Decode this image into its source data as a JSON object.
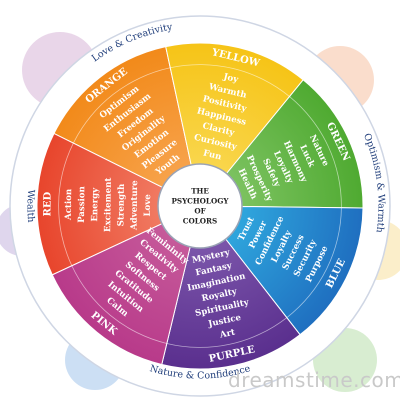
{
  "center": {
    "lines": [
      "THE",
      "PSYCHOLOGY",
      "OF",
      "COLORS"
    ]
  },
  "segments": [
    {
      "id": "red",
      "title": "RED",
      "color": "#e8452c",
      "lightColor": "#f07a62",
      "words": [
        "Action",
        "Passion",
        "Energy",
        "Excitement",
        "Strength",
        "Adventure",
        "Love"
      ]
    },
    {
      "id": "orange",
      "title": "ORANGE",
      "color": "#f28a1a",
      "lightColor": "#f7a24a",
      "words": [
        "Optimism",
        "Enthusiasm",
        "Freedom",
        "Originality",
        "Emotion",
        "Pleasure",
        "Youth"
      ]
    },
    {
      "id": "yellow",
      "title": "YELLOW",
      "color": "#f6c417",
      "lightColor": "#f9d64c",
      "words": [
        "Joy",
        "Warmth",
        "Positivity",
        "Happiness",
        "Clarity",
        "Curiosity",
        "Fun"
      ]
    },
    {
      "id": "green",
      "title": "GREEN",
      "color": "#4faa31",
      "lightColor": "#7cc260",
      "words": [
        "Nature",
        "Luck",
        "Harmony",
        "Loyalty",
        "Safety",
        "Prosperity",
        "Health"
      ]
    },
    {
      "id": "blue",
      "title": "BLUE",
      "color": "#1f6fc0",
      "lightColor": "#2fa6dd",
      "words": [
        "Trust",
        "Power",
        "Confidence",
        "Loyalty",
        "Success",
        "Security",
        "Purpose"
      ]
    },
    {
      "id": "purple",
      "title": "PURPLE",
      "color": "#5a2f8e",
      "lightColor": "#7b55aa",
      "words": [
        "Mystery",
        "Fantasy",
        "Imagination",
        "Royalty",
        "Spirituality",
        "Justice",
        "Art"
      ]
    },
    {
      "id": "pink",
      "title": "PINK",
      "color": "#b83a8a",
      "lightColor": "#c65a9a",
      "words": [
        "Femininity",
        "Creativity",
        "Respect",
        "Softness",
        "Gratitude",
        "Intuition",
        "Calm"
      ]
    }
  ],
  "ringLabels": {
    "top": "Love & Creativity",
    "right": "Optimism & Warmth",
    "bottom": "Nature & Confidence",
    "left": "Wealth"
  },
  "watermark": "dreamstime.com",
  "colors": {
    "ring": "#ffffff",
    "ringText": "#1f3d7a",
    "ringBorder": "#cfd6e4",
    "centerFill": "#ffffff",
    "centerText": "#222222"
  }
}
